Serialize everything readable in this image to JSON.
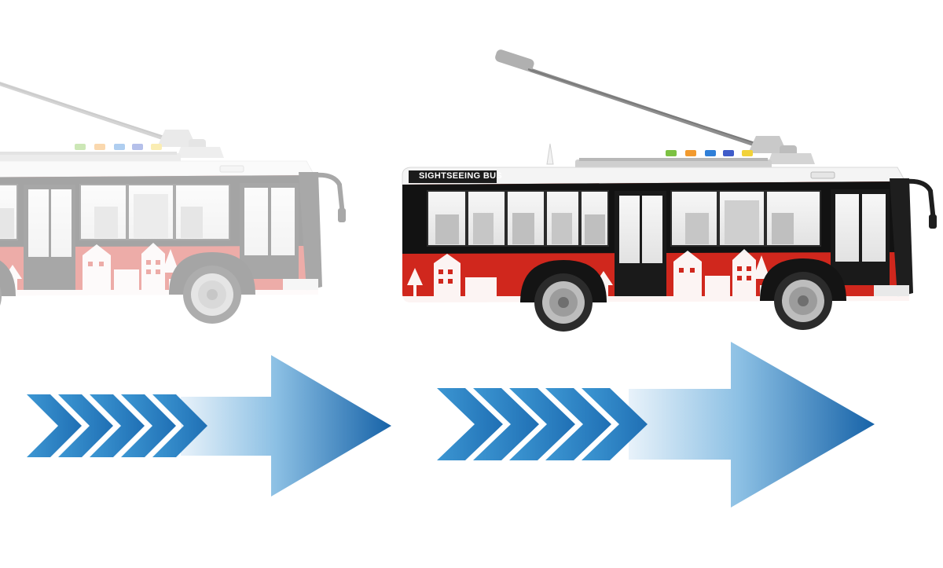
{
  "scene": {
    "background": "#ffffff",
    "subject": "toy-trolleybus",
    "bus": {
      "destination_sign": "SIGHTSEEING BUS",
      "body_color": "#d0271d",
      "roof_color": "#f4f4f4",
      "frame_color": "#111111",
      "pole_color": "#9a9a9a",
      "roof_lights": [
        "#7cc142",
        "#f29a2e",
        "#2f7fd8",
        "#3f5cc9",
        "#f2d23a"
      ]
    },
    "ghost_bus": {
      "opacity_level": 0.38
    },
    "arrows": {
      "direction": "right",
      "color_light": "#e8f2fa",
      "color_dark": "#1763a8",
      "chevron_color": "#2a86c6"
    }
  }
}
